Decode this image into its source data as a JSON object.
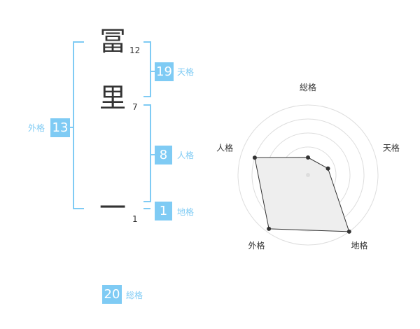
{
  "name": {
    "chars": [
      {
        "char": "冨",
        "strokes": "12"
      },
      {
        "char": "里",
        "strokes": "7"
      },
      {
        "char": "一",
        "strokes": "1"
      }
    ]
  },
  "kakusu": {
    "tenkaku": {
      "value": "19",
      "label": "天格"
    },
    "jinkaku": {
      "value": "8",
      "label": "人格"
    },
    "chikaku": {
      "value": "1",
      "label": "地格"
    },
    "gaikaku": {
      "value": "13",
      "label": "外格"
    },
    "soukaku": {
      "value": "20",
      "label": "総格"
    }
  },
  "colors": {
    "accent": "#7fcbf4",
    "text": "#333333",
    "ring": "#dddddd",
    "polygon_fill": "#eeeeee"
  },
  "chart_data": {
    "type": "radar",
    "axes": [
      "総格",
      "天格",
      "地格",
      "外格",
      "人格"
    ],
    "values": [
      0.25,
      0.3,
      1.0,
      0.95,
      0.8
    ]
  }
}
